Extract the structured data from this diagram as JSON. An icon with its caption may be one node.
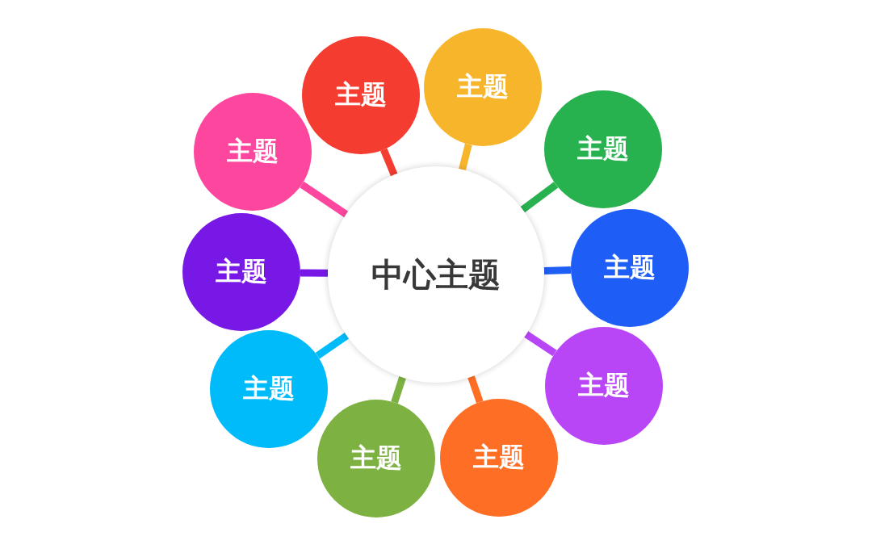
{
  "diagram": {
    "nodes": [
      {
        "text": [
          "中心主题"
        ]
      },
      {
        "text": [
          "主题"
        ]
      },
      {
        "text": [
          "主题"
        ]
      },
      {
        "text": [
          "主题"
        ]
      },
      {
        "text": [
          "主题"
        ]
      },
      {
        "text": [
          "主题"
        ]
      },
      {
        "text": [
          "主题"
        ]
      },
      {
        "text": [
          "主题"
        ]
      },
      {
        "text": [
          "主题"
        ]
      },
      {
        "text": [
          "主题"
        ]
      },
      {
        "text": [
          "主题"
        ]
      }
    ],
    "edges": [
      {
        "from": 0,
        "to": 1,
        "arrow": "none",
        "color": "#f43c30"
      },
      {
        "from": 0,
        "to": 2,
        "arrow": "none",
        "color": "#f6b52b"
      },
      {
        "from": 0,
        "to": 3,
        "arrow": "none",
        "color": "#28b14f"
      },
      {
        "from": 0,
        "to": 4,
        "arrow": "none",
        "color": "#1f5ef6"
      },
      {
        "from": 0,
        "to": 5,
        "arrow": "none",
        "color": "#b946f6"
      },
      {
        "from": 0,
        "to": 6,
        "arrow": "none",
        "color": "#ff6e25"
      },
      {
        "from": 0,
        "to": 7,
        "arrow": "none",
        "color": "#7db243"
      },
      {
        "from": 0,
        "to": 8,
        "arrow": "none",
        "color": "#00bbfa"
      },
      {
        "from": 0,
        "to": 9,
        "arrow": "none",
        "color": "#7818e7"
      },
      {
        "from": 0,
        "to": 10,
        "arrow": "none",
        "color": "#fd479f"
      }
    ]
  }
}
